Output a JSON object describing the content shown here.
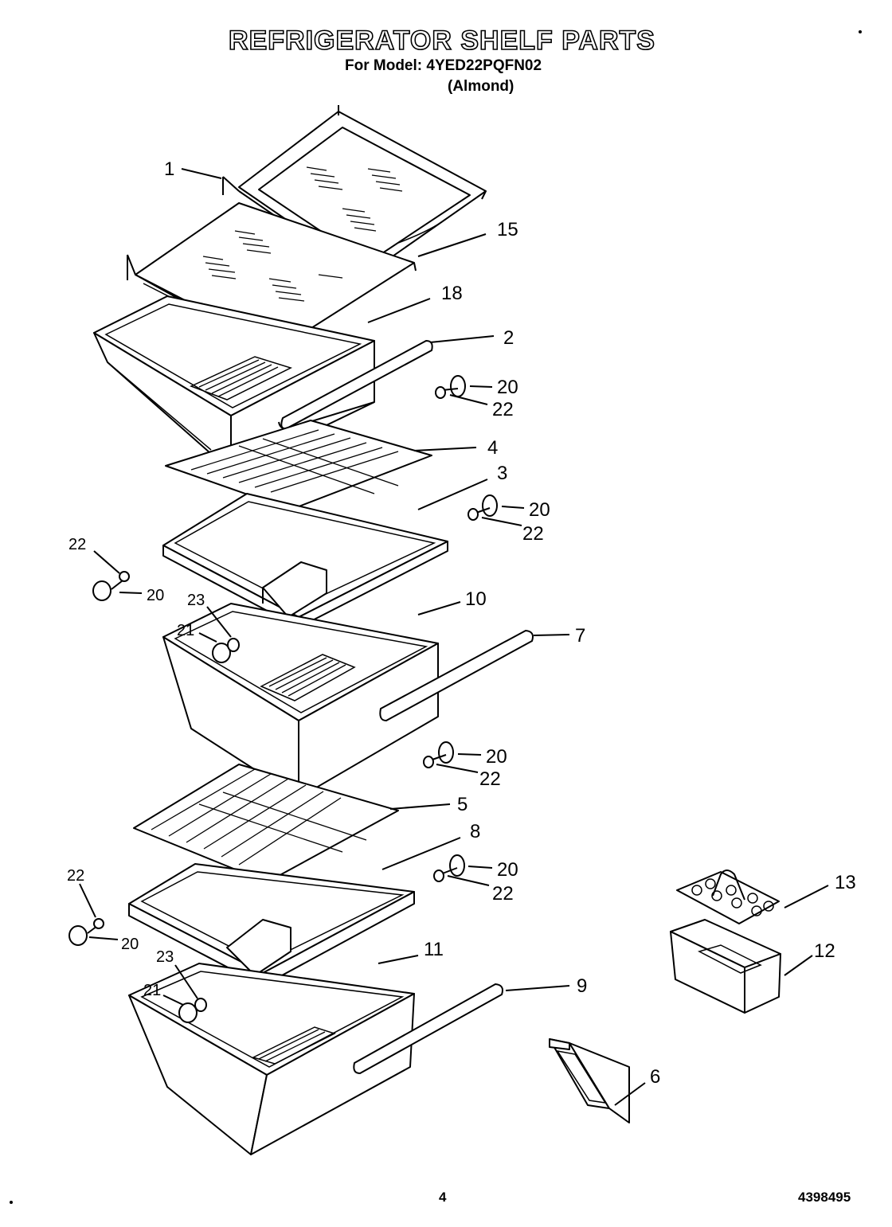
{
  "title": "REFRIGERATOR SHELF PARTS",
  "model_line": "For Model: 4YED22PQFN02",
  "color_line": "(Almond)",
  "page_number": "4",
  "document_number": "4398495",
  "callouts": {
    "c1": "1",
    "c15": "15",
    "c18": "18",
    "c2": "2",
    "c20a": "20",
    "c22a": "22",
    "c4": "4",
    "c3": "3",
    "c20b": "20",
    "c22b": "22",
    "c22c": "22",
    "c20c": "20",
    "c23a": "23",
    "c21a": "21",
    "c10": "10",
    "c7": "7",
    "c20d": "20",
    "c22d": "22",
    "c5": "5",
    "c8": "8",
    "c20e": "20",
    "c22e": "22",
    "c22f": "22",
    "c20f": "20",
    "c23b": "23",
    "c21b": "21",
    "c11": "11",
    "c9": "9",
    "c13": "13",
    "c12": "12",
    "c6": "6"
  }
}
